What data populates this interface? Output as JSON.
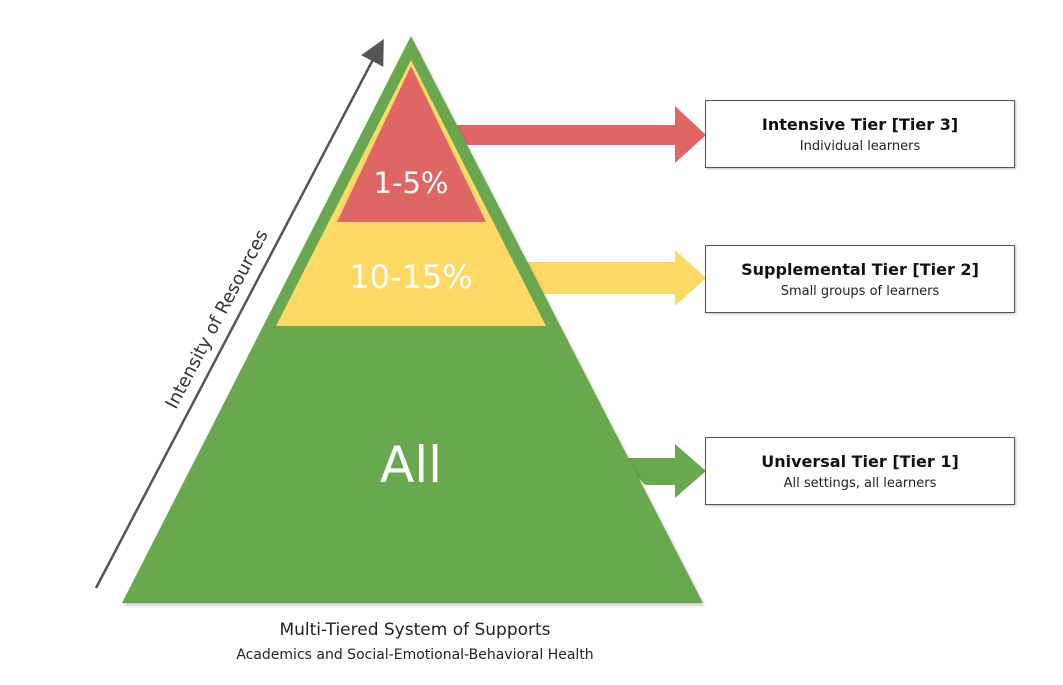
{
  "pyramid": {
    "axis_label": "Intensity of Resources",
    "tiers": [
      {
        "pct_label": "All",
        "title": "Universal Tier [Tier 1]",
        "description": "All settings, all learners",
        "color": "#6aa84f"
      },
      {
        "pct_label": "10-15%",
        "title": "Supplemental Tier [Tier 2]",
        "description": "Small groups of learners",
        "color": "#ffd966"
      },
      {
        "pct_label": "1-5%",
        "title": "Intensive Tier [Tier 3]",
        "description": "Individual learners",
        "color": "#e06666"
      }
    ]
  },
  "caption": {
    "title": "Multi-Tiered System of Supports",
    "subtitle": "Academics and Social-Emotional-Behavioral Health"
  }
}
